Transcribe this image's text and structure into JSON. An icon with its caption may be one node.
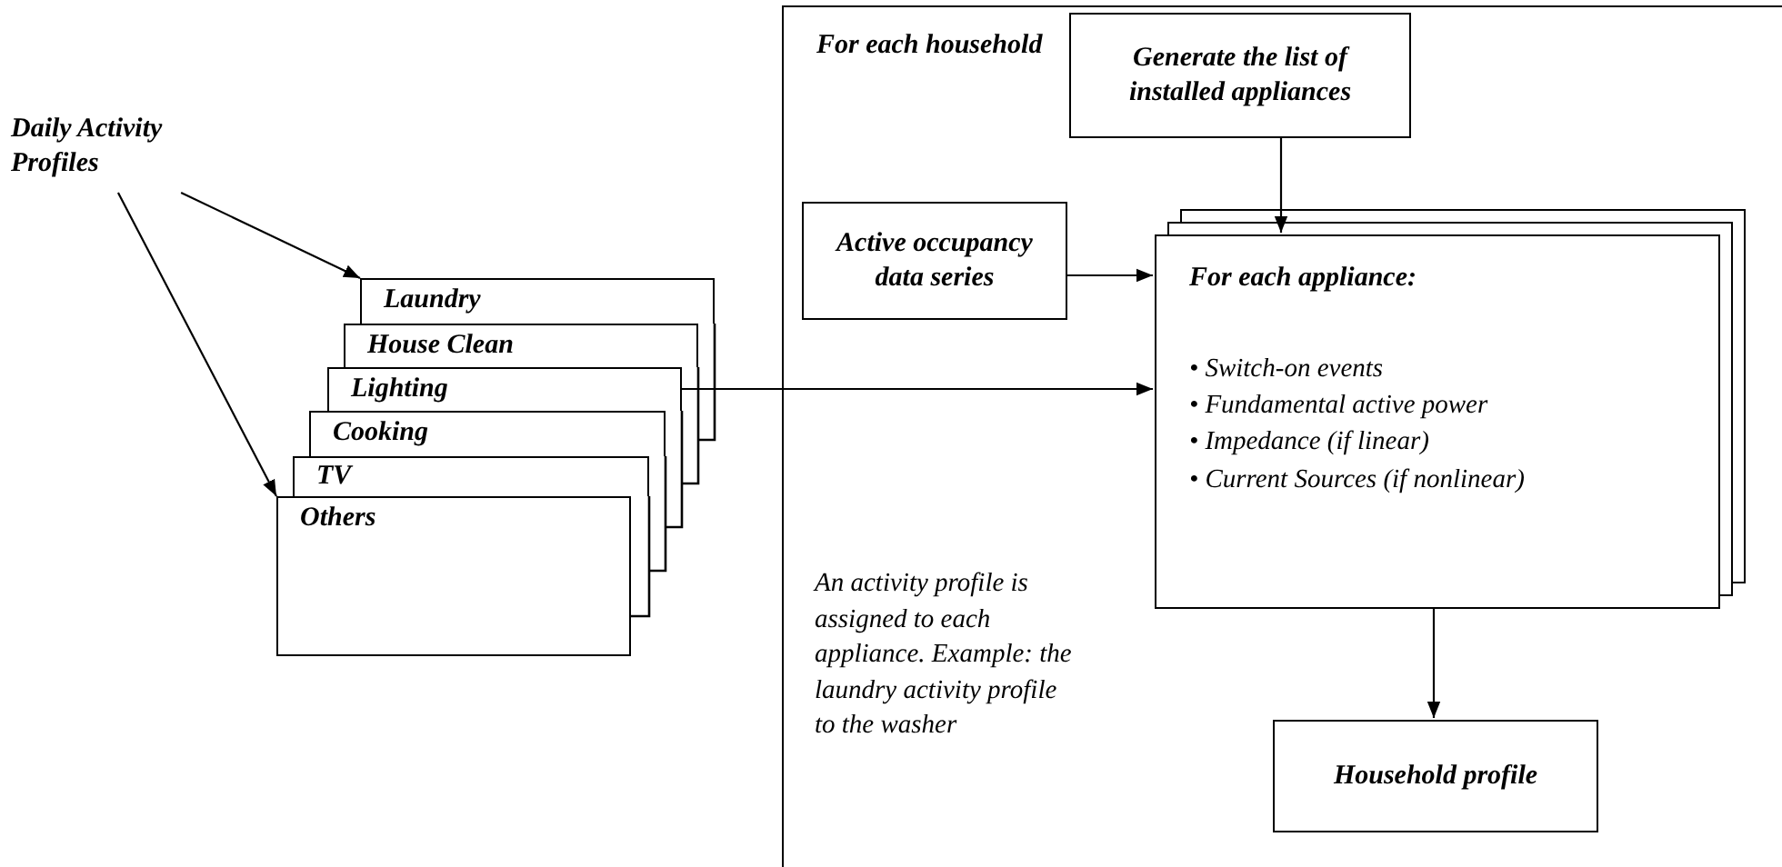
{
  "diagram": {
    "nodes": [
      {
        "text": [
          "Daily Activity Profiles"
        ]
      },
      {
        "text": [
          "Laundry"
        ]
      },
      {
        "text": [
          "House Clean"
        ]
      },
      {
        "text": [
          "Lighting"
        ]
      },
      {
        "text": [
          "Cooking"
        ]
      },
      {
        "text": [
          "TV"
        ]
      },
      {
        "text": [
          "Others"
        ]
      },
      {
        "text": [
          "For each household"
        ]
      },
      {
        "text": [
          "Generate the list of installed appliances"
        ],
        "in": 7
      },
      {
        "text": [
          "Active occupancy data series"
        ],
        "in": 7
      },
      {
        "text": [
          "For each appliance:",
          "• Switch-on events",
          "• Fundamental active power",
          "• Impedance (if linear)",
          "• Current Sources (if nonlinear)"
        ],
        "in": 7
      },
      {
        "text": [
          "Household profile"
        ],
        "in": 7
      }
    ],
    "edges": [
      {
        "from": 0,
        "to": 1,
        "arrow": "to"
      },
      {
        "from": 0,
        "to": 6,
        "arrow": "to"
      },
      {
        "from": 3,
        "to": 10,
        "arrow": "to"
      },
      {
        "from": 9,
        "to": 10,
        "arrow": "to"
      },
      {
        "from": 8,
        "to": 10,
        "arrow": "to"
      },
      {
        "from": 10,
        "to": 11,
        "arrow": "to"
      }
    ],
    "labels": [
      "An activity profile is assigned to each appliance. Example: the laundry activity profile to the washer"
    ]
  }
}
